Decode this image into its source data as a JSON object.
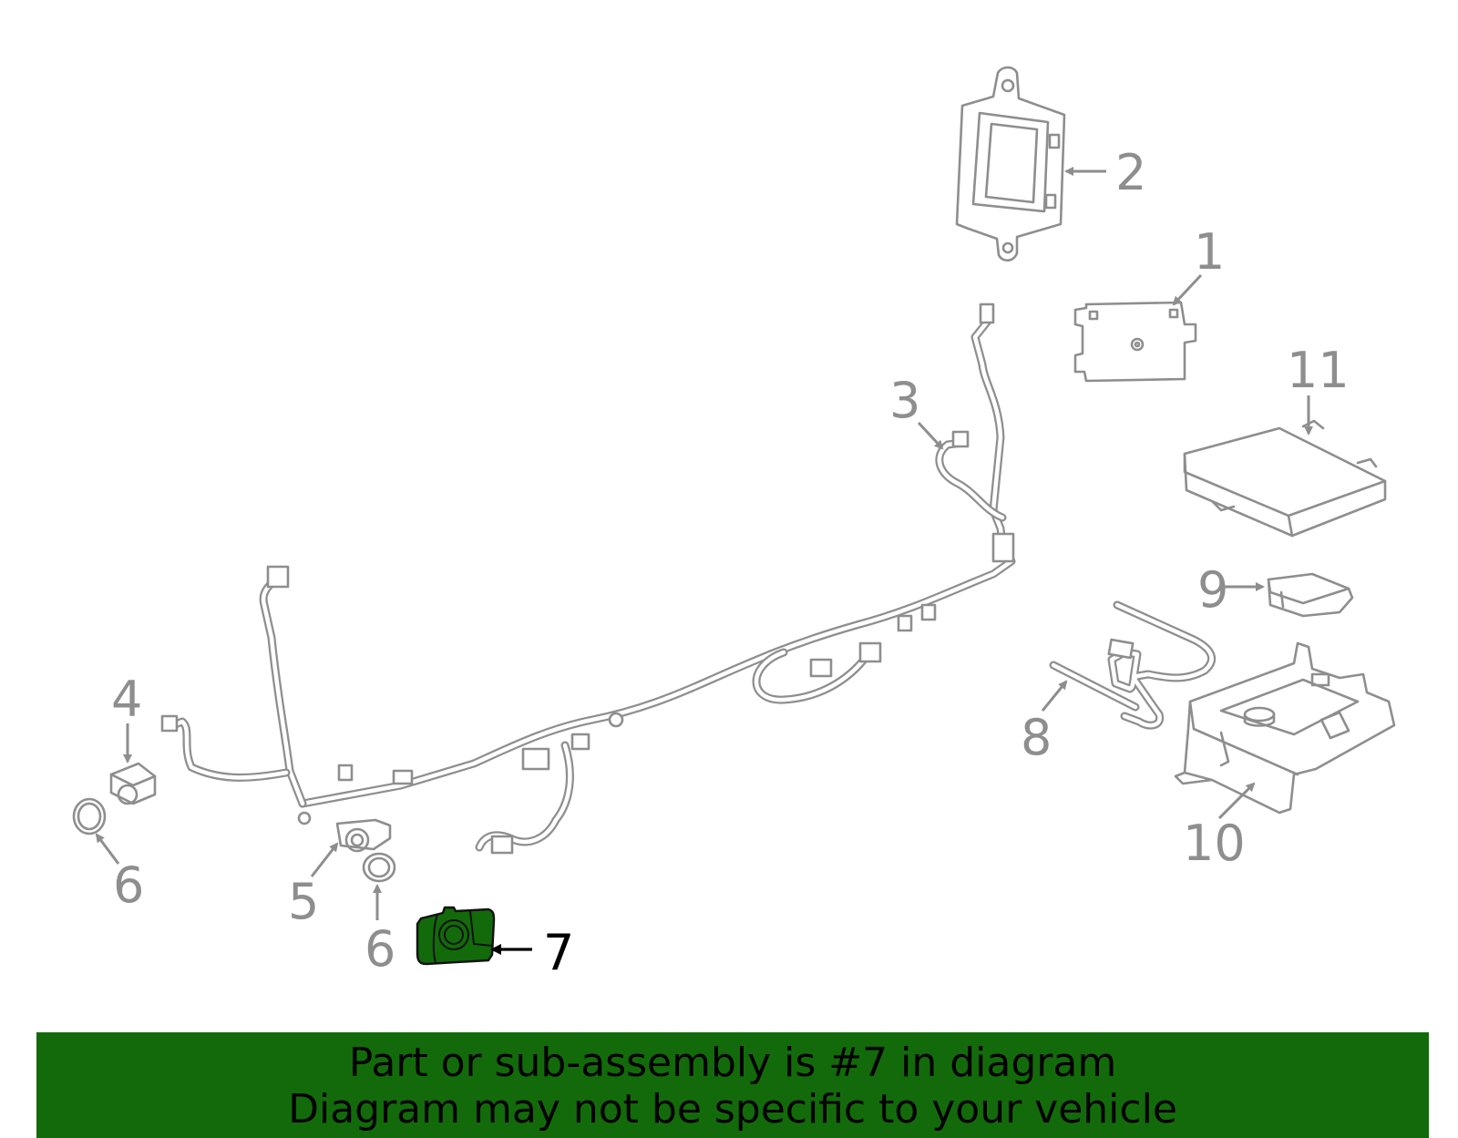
{
  "colors": {
    "part_stroke": "#8e8e8e",
    "highlight_fill": "#136a0a",
    "banner_background": "#136a0a",
    "banner_text": "#000000"
  },
  "callouts": [
    {
      "id": "1",
      "label": "1"
    },
    {
      "id": "2",
      "label": "2"
    },
    {
      "id": "3",
      "label": "3"
    },
    {
      "id": "4",
      "label": "4"
    },
    {
      "id": "5",
      "label": "5"
    },
    {
      "id": "6a",
      "label": "6"
    },
    {
      "id": "6b",
      "label": "6"
    },
    {
      "id": "7",
      "label": "7",
      "highlighted": true
    },
    {
      "id": "8",
      "label": "8"
    },
    {
      "id": "9",
      "label": "9"
    },
    {
      "id": "10",
      "label": "10"
    },
    {
      "id": "11",
      "label": "11"
    }
  ],
  "banner": {
    "line1": "Part or sub-assembly is #7 in diagram",
    "line2": "Diagram may not be specific to your vehicle"
  }
}
